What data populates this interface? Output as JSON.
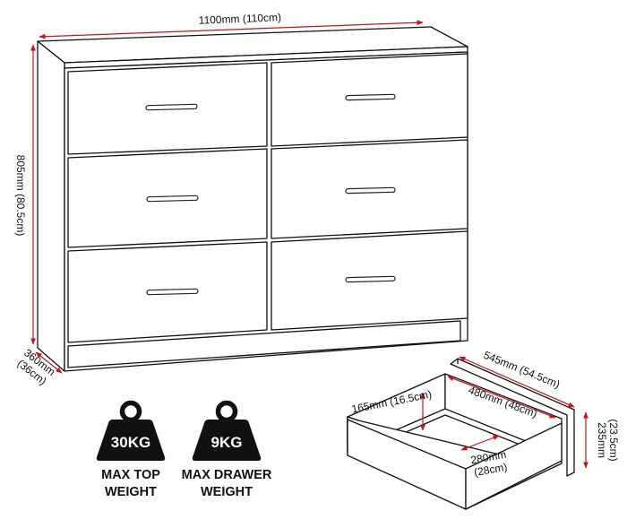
{
  "colors": {
    "dimension_line": "#c6141c",
    "outline": "#111111",
    "weight_icon": "#111111"
  },
  "dimensions": {
    "width": "1100mm (110cm)",
    "height": "805mm (80.5cm)",
    "depth_line1": "360mm",
    "depth_line2": "(36cm)",
    "drawer_outer_depth": "545mm (54.5cm)",
    "drawer_inner_depth": "480mm (48cm)",
    "drawer_inner_height": "165mm (16.5cm)",
    "drawer_outer_height_line1": "235mm",
    "drawer_outer_height_line2": "(23.5cm)",
    "drawer_inner_width_line1": "280mm",
    "drawer_inner_width_line2": "(28cm)"
  },
  "weights": [
    {
      "icon": "weight-icon",
      "value": "30KG",
      "label_line1": "MAX TOP",
      "label_line2": "WEIGHT"
    },
    {
      "icon": "weight-icon",
      "value": "9KG",
      "label_line1": "MAX DRAWER",
      "label_line2": "WEIGHT"
    }
  ],
  "drawer_count": 6
}
